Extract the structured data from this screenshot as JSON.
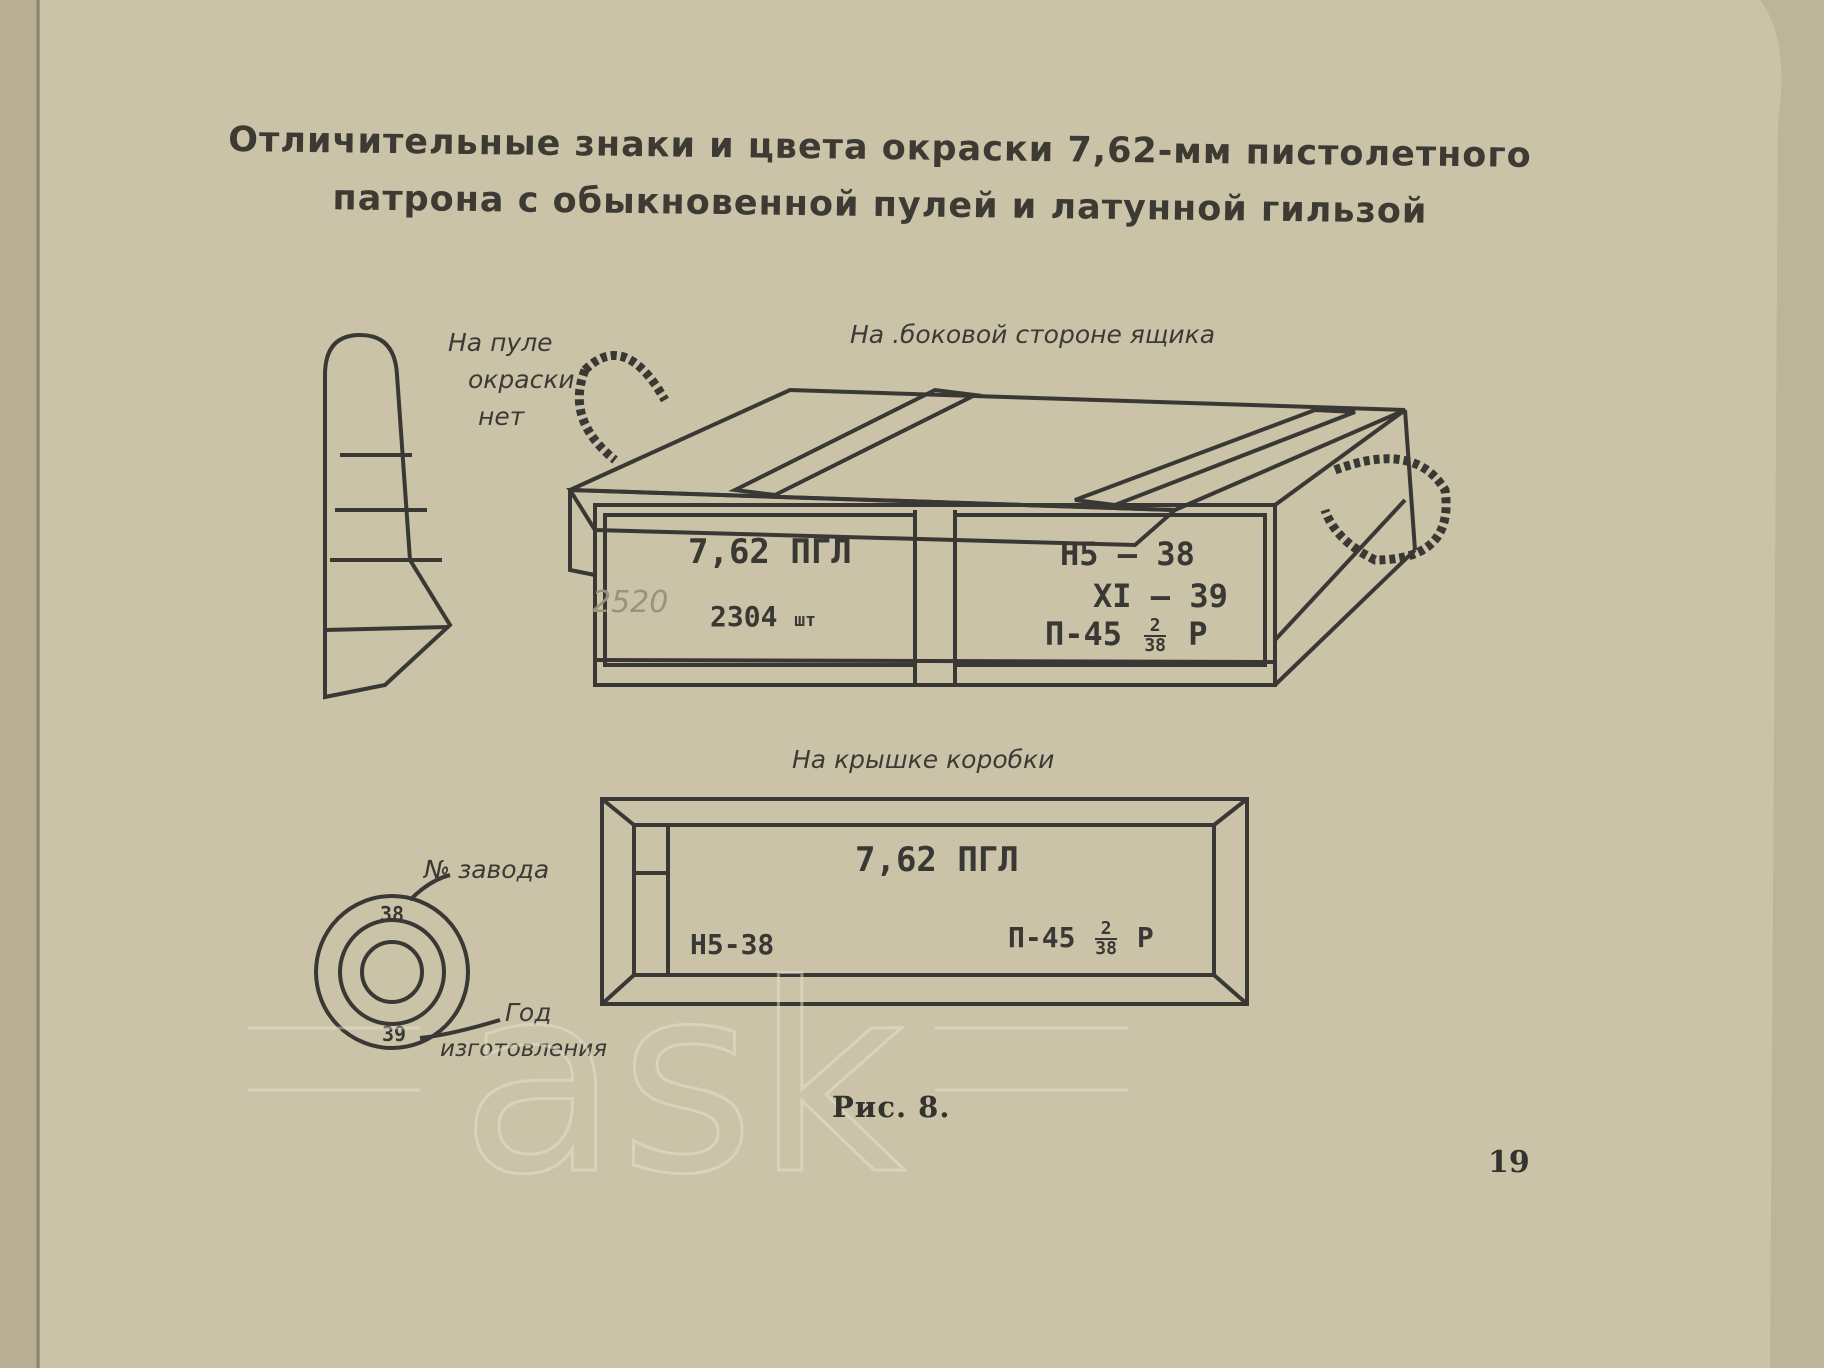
{
  "title": {
    "line1": "Отличительные знаки и цвета окраски 7,62-мм пистолетного",
    "line2": "патрона с обыкновенной пулей и латунной гильзой"
  },
  "bullet": {
    "note": [
      "На пуле",
      "окраски",
      "нет"
    ]
  },
  "crate": {
    "heading": "На .боковой стороне ящика",
    "left_panel": {
      "caliber": "7,62 ПГЛ",
      "handwritten": "2520",
      "count": "2304",
      "count_unit": "шт"
    },
    "right_panel": {
      "line1": "Н5 – 38",
      "line2": "XI – 39",
      "line3_prefix": "П-45",
      "frac_num": "2",
      "frac_den": "38",
      "line3_suffix": "Р"
    }
  },
  "lid": {
    "heading": "На крышке коробки",
    "caliber": "7,62 ПГЛ",
    "left_code": "Н5-38",
    "right_prefix": "П-45",
    "frac_num": "2",
    "frac_den": "38",
    "right_suffix": "Р"
  },
  "headstamp": {
    "top_number": "38",
    "bottom_number": "39",
    "label_factory": "№ завода",
    "label_year": [
      "Год",
      "изготовления"
    ]
  },
  "watermark": "ask",
  "caption": "Рис. 8.",
  "page_number": "19",
  "colors": {
    "paper": "#c9c1a6",
    "ink": "#3a3834"
  }
}
